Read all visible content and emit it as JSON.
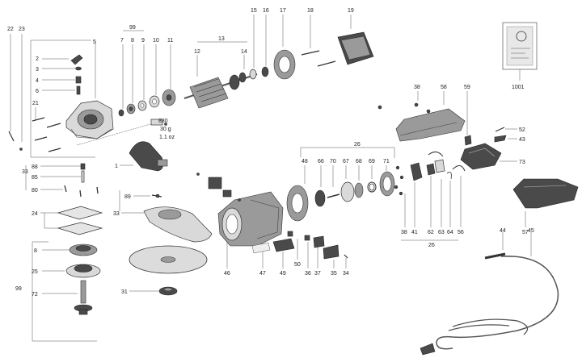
{
  "callouts": [
    {
      "id": "c1",
      "text": "22"
    },
    {
      "id": "c2",
      "text": "23"
    },
    {
      "id": "c3",
      "text": "5"
    },
    {
      "id": "c4",
      "text": "99"
    },
    {
      "id": "c5",
      "text": "7"
    },
    {
      "id": "c6",
      "text": "8"
    },
    {
      "id": "c7",
      "text": "9"
    },
    {
      "id": "c8",
      "text": "10"
    },
    {
      "id": "c9",
      "text": "11"
    },
    {
      "id": "c10",
      "text": "13"
    },
    {
      "id": "c11",
      "text": "12"
    },
    {
      "id": "c12",
      "text": "14"
    },
    {
      "id": "c13",
      "text": "15"
    },
    {
      "id": "c14",
      "text": "16"
    },
    {
      "id": "c15",
      "text": "17"
    },
    {
      "id": "c16",
      "text": "18"
    },
    {
      "id": "c17",
      "text": "19"
    },
    {
      "id": "c18",
      "text": "2"
    },
    {
      "id": "c19",
      "text": "3"
    },
    {
      "id": "c20",
      "text": "4"
    },
    {
      "id": "c21",
      "text": "6"
    },
    {
      "id": "c22",
      "text": "21"
    },
    {
      "id": "c23",
      "text": "880"
    },
    {
      "id": "c24",
      "text": "30 g"
    },
    {
      "id": "c25",
      "text": "1.1 oz"
    },
    {
      "id": "c26",
      "text": "1"
    },
    {
      "id": "c27",
      "text": "38"
    },
    {
      "id": "c28",
      "text": "58"
    },
    {
      "id": "c29",
      "text": "59"
    },
    {
      "id": "c30",
      "text": "52"
    },
    {
      "id": "c31",
      "text": "43"
    },
    {
      "id": "c32",
      "text": "73"
    },
    {
      "id": "c33",
      "text": "1001"
    },
    {
      "id": "c34",
      "text": "26"
    },
    {
      "id": "c35",
      "text": "88"
    },
    {
      "id": "c36",
      "text": "33"
    },
    {
      "id": "c37",
      "text": "85"
    },
    {
      "id": "c38",
      "text": "80"
    },
    {
      "id": "c39",
      "text": "48"
    },
    {
      "id": "c40",
      "text": "66"
    },
    {
      "id": "c41",
      "text": "70"
    },
    {
      "id": "c42",
      "text": "67"
    },
    {
      "id": "c43",
      "text": "68"
    },
    {
      "id": "c44",
      "text": "69"
    },
    {
      "id": "c45",
      "text": "71"
    },
    {
      "id": "c46",
      "text": "89"
    },
    {
      "id": "c47",
      "text": "33"
    },
    {
      "id": "c48",
      "text": "24"
    },
    {
      "id": "c49",
      "text": "38"
    },
    {
      "id": "c50",
      "text": "41"
    },
    {
      "id": "c51",
      "text": "62"
    },
    {
      "id": "c52",
      "text": "63"
    },
    {
      "id": "c53",
      "text": "64"
    },
    {
      "id": "c54",
      "text": "56"
    },
    {
      "id": "c55",
      "text": "57"
    },
    {
      "id": "c56",
      "text": "44"
    },
    {
      "id": "c57",
      "text": "45"
    },
    {
      "id": "c58",
      "text": "26"
    },
    {
      "id": "c59",
      "text": "8"
    },
    {
      "id": "c60",
      "text": "25"
    },
    {
      "id": "c61",
      "text": "99"
    },
    {
      "id": "c62",
      "text": "72"
    },
    {
      "id": "c63",
      "text": "50"
    },
    {
      "id": "c64",
      "text": "46"
    },
    {
      "id": "c65",
      "text": "47"
    },
    {
      "id": "c66",
      "text": "49"
    },
    {
      "id": "c67",
      "text": "36"
    },
    {
      "id": "c68",
      "text": "37"
    },
    {
      "id": "c69",
      "text": "35"
    },
    {
      "id": "c70",
      "text": "34"
    },
    {
      "id": "c71",
      "text": "31"
    }
  ]
}
